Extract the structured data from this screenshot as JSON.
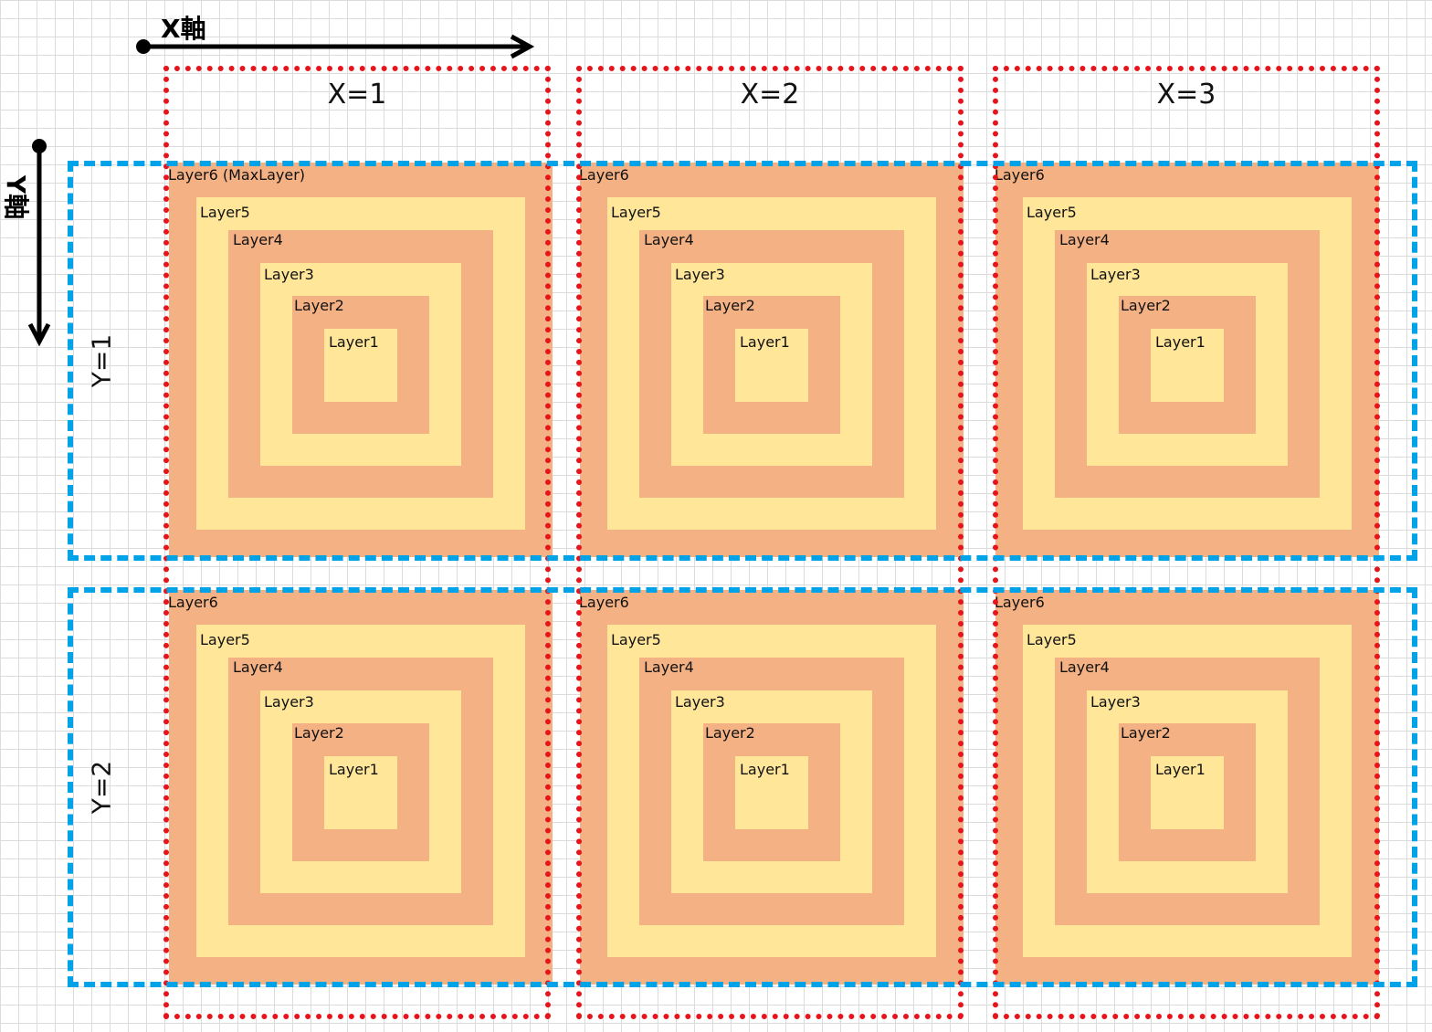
{
  "axes": {
    "x_title": "X軸",
    "y_title": "Y軸"
  },
  "columns": [
    "X=1",
    "X=2",
    "X=3"
  ],
  "rows": [
    "Y=1",
    "Y=2"
  ],
  "layer_labels": {
    "outer_first": "Layer6 (MaxLayer)",
    "outer": "Layer6",
    "inner": [
      "Layer5",
      "Layer4",
      "Layer3",
      "Layer2",
      "Layer1"
    ]
  },
  "colors": {
    "orange": "#f4b183",
    "yellow": "#ffe699",
    "column_box": "#e8141c",
    "row_box": "#00a2e8"
  }
}
